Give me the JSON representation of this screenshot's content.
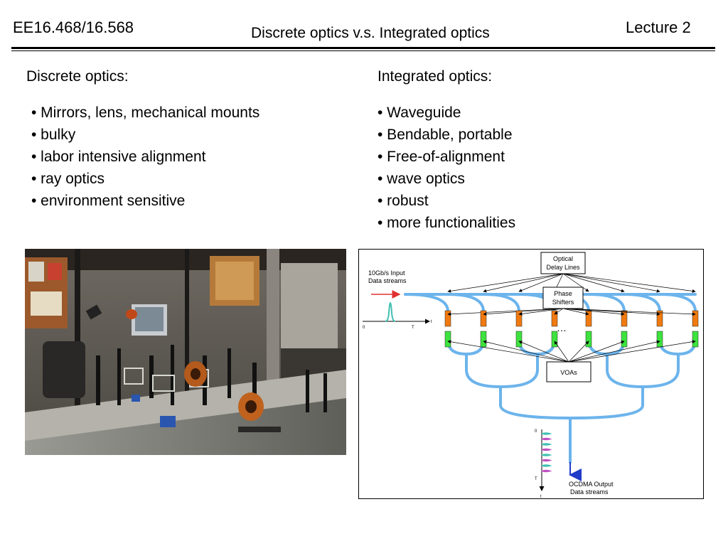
{
  "header": {
    "course_code": "EE16.468/16.568",
    "title": "Discrete optics v.s. Integrated optics",
    "lecture": "Lecture 2"
  },
  "left_column": {
    "heading": "Discrete optics:",
    "bullets": [
      "• Mirrors, lens, mechanical mounts",
      "• bulky",
      "• labor intensive alignment",
      "• ray optics",
      "• environment sensitive"
    ]
  },
  "right_column": {
    "heading": "Integrated optics:",
    "bullets": [
      "• Waveguide",
      "• Bendable, portable",
      "• Free-of-alignment",
      "• wave optics",
      "• robust",
      "• more functionalities"
    ]
  },
  "diagram": {
    "delay_lines_label": [
      "Optical",
      "Delay Lines"
    ],
    "phase_shifters_label": [
      "Phase",
      "Shifters"
    ],
    "voas_label": "VOAs",
    "input_label": [
      "10Gb/s Input",
      "Data streams"
    ],
    "output_label": [
      "OCDMA Output",
      "Data streams"
    ],
    "ellipsis": "…",
    "axis_origin": "0",
    "axis_T": "T",
    "axis_t": "t",
    "out_axis_0": "0",
    "out_axis_T": "T",
    "out_axis_t": "t",
    "colors": {
      "waveguide": "#6cb4ec",
      "phase_shifter": "#f07a10",
      "voa": "#3ee23e",
      "input_arrow": "#e03030",
      "output_arrow": "#1e3cc8",
      "pulse": "#40c0b0"
    }
  }
}
